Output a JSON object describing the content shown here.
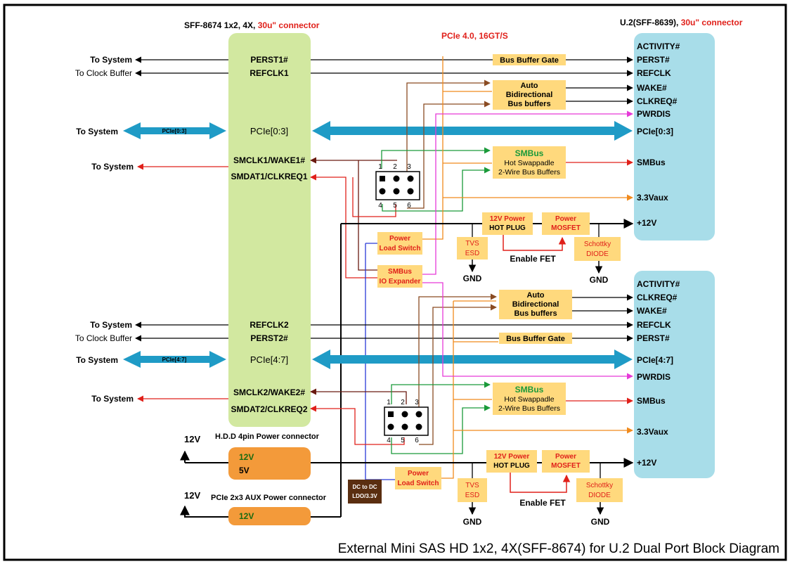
{
  "left_connector": {
    "title": "SFF-8674 1x2, 4X, ",
    "title_rating": "30u\" connector",
    "p1_perst": "PERST1#",
    "p1_refclk": "REFCLK1",
    "p1_pcie": "PCIe[0:3]",
    "p1_smclk": "SMCLK1/WAKE1#",
    "p1_smdat": "SMDAT1/CLKREQ1",
    "p2_refclk": "REFCLK2",
    "p2_perst": "PERST2#",
    "p2_pcie": "PCIe[4:7]",
    "p2_smclk": "SMCLK2/WAKE2#",
    "p2_smdat": "SMDAT2/CLKREQ2"
  },
  "right_connector": {
    "title": "U.2(SFF-8639), ",
    "title_rating": "30u\" connector"
  },
  "port1_signals": {
    "activity": "ACTIVITY#",
    "perst": "PERST#",
    "refclk": "REFCLK",
    "wake": "WAKE#",
    "clkreq": "CLKREQ#",
    "pwrdis": "PWRDIS",
    "pcie": "PCIe[0:3]",
    "smbus": "SMBus",
    "aux": "3.3Vaux",
    "v12": "+12V"
  },
  "port2_signals": {
    "activity": "ACTIVITY#",
    "clkreq": "CLKREQ#",
    "wake": "WAKE#",
    "refclk": "REFCLK",
    "perst": "PERST#",
    "pcie": "PCIe[4:7]",
    "pwrdis": "PWRDIS",
    "smbus": "SMBus",
    "aux": "3.3Vaux",
    "v12": "+12V"
  },
  "pcie_speed": "PCIe 4.0, 16GT/S",
  "system_labels": {
    "to_system": "To System",
    "to_clock_buffer": "To Clock Buffer",
    "arrow_pcie1": "PCIe[0:3]",
    "arrow_pcie2": "PCIe[4:7]"
  },
  "blocks": {
    "bus_buffer_gate": "Bus Buffer Gate",
    "auto_line1": "Auto",
    "auto_line2": "Bidirectional",
    "auto_line3": "Bus buffers",
    "smbus_title": "SMBus",
    "smbus_line2": "Hot Swappadle",
    "smbus_line3": "2-Wire Bus Buffers",
    "power_load_line1": "Power",
    "power_load_line2": "Load Switch",
    "smbus_io_line1": "SMBus",
    "smbus_io_line2": "IO Expander",
    "hotplug_line1": "12V Power",
    "hotplug_line2": "HOT PLUG",
    "mosfet_line1": "Power",
    "mosfet_line2": "MOSFET",
    "tvs_line1": "TVS",
    "tvs_line2": "ESD",
    "schottky_line1": "Schottky",
    "schottky_line2": "DIODE",
    "enable_fet": "Enable FET",
    "gnd": "GND",
    "dcdc_line1": "DC to DC",
    "dcdc_line2": "LDO/3.3V"
  },
  "jumper_pins": [
    "1",
    "2",
    "3",
    "4",
    "5",
    "6"
  ],
  "power": {
    "v12": "12V",
    "hdd_title": "H.D.D 4pin Power connector",
    "hdd_12v": "12V",
    "hdd_5v": "5V",
    "aux_title": "PCIe 2x3 AUX Power connector",
    "aux_12v": "12V"
  },
  "footer_title": "External Mini SAS HD 1x2, 4X(SFF-8674) for U.2 Dual Port Block Diagram",
  "colors": {
    "left_connector": "#d2e8a0",
    "right_connector": "#a8dde9",
    "pcie_bus": "#1f9bc6",
    "block_fill": "#ffd97d",
    "power_connector": "#f39a3a",
    "orange_line": "#f08a1c",
    "brown_line": "#8a4b22",
    "green_line": "#1a9a3a",
    "magenta_line": "#e639d8",
    "red_line": "#e0201a",
    "blue_line": "#2a3ad8",
    "dcdc_fill": "#5a2e10"
  }
}
